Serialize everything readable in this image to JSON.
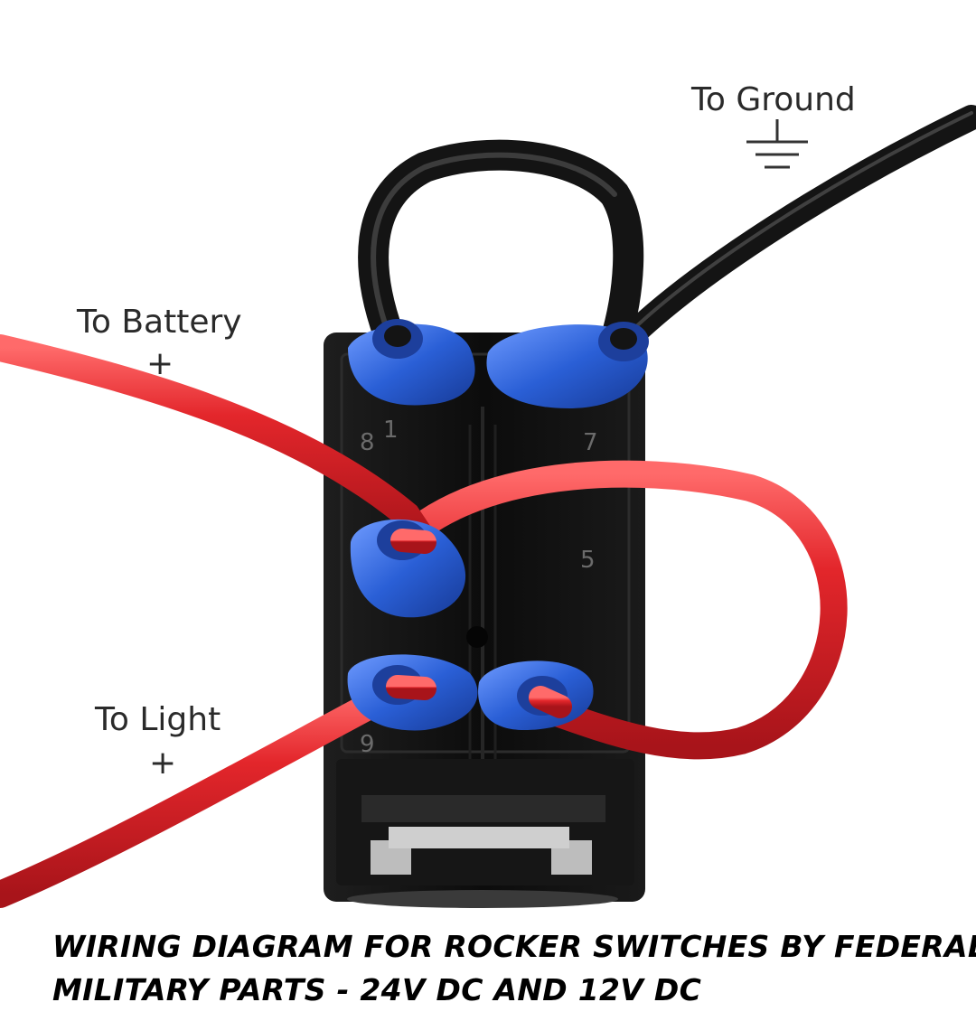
{
  "labels": {
    "ground": "To Ground",
    "battery": "To Battery",
    "battery_sign": "+",
    "light": "To Light",
    "light_sign": "+"
  },
  "pins": {
    "p8": "8",
    "p1": "1",
    "p7": "7",
    "p5": "5",
    "p9": "9"
  },
  "caption": {
    "line1": "WIRING DIAGRAM FOR ROCKER SWITCHES BY FEDERAL",
    "line2": "MILITARY PARTS - 24V DC AND 12V DC"
  },
  "colors": {
    "wire_red": "#e3262b",
    "wire_black": "#141414",
    "connector_blue": "#2a5fd6",
    "switch_body": "#111111"
  }
}
